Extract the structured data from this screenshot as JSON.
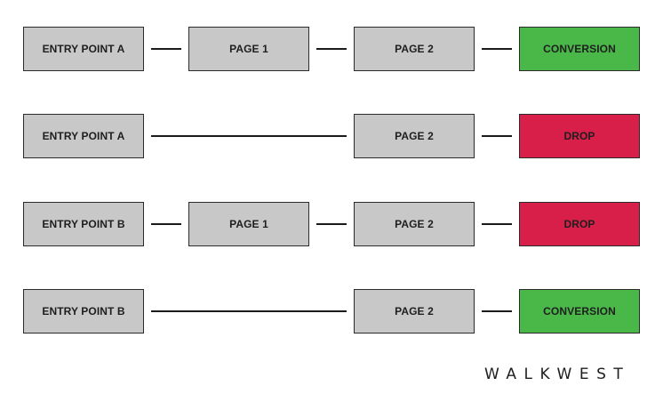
{
  "colors": {
    "page": "#c8c8c8",
    "conversion": "#4ab849",
    "drop": "#d81f4a"
  },
  "flows": [
    {
      "steps": [
        {
          "key": "entry",
          "label": "ENTRY POINT A",
          "kind": "page"
        },
        {
          "key": "page1",
          "label": "PAGE 1",
          "kind": "page"
        },
        {
          "key": "page2",
          "label": "PAGE 2",
          "kind": "page"
        },
        {
          "key": "outcome",
          "label": "CONVERSION",
          "kind": "conversion"
        }
      ]
    },
    {
      "steps": [
        {
          "key": "entry",
          "label": "ENTRY POINT A",
          "kind": "page"
        },
        {
          "key": "page2",
          "label": "PAGE 2",
          "kind": "page"
        },
        {
          "key": "outcome",
          "label": "DROP",
          "kind": "drop"
        }
      ]
    },
    {
      "steps": [
        {
          "key": "entry",
          "label": "ENTRY POINT B",
          "kind": "page"
        },
        {
          "key": "page1",
          "label": "PAGE 1",
          "kind": "page"
        },
        {
          "key": "page2",
          "label": "PAGE 2",
          "kind": "page"
        },
        {
          "key": "outcome",
          "label": "DROP",
          "kind": "drop"
        }
      ]
    },
    {
      "steps": [
        {
          "key": "entry",
          "label": "ENTRY POINT B",
          "kind": "page"
        },
        {
          "key": "page2",
          "label": "PAGE 2",
          "kind": "page"
        },
        {
          "key": "outcome",
          "label": "CONVERSION",
          "kind": "conversion"
        }
      ]
    }
  ],
  "brand": {
    "wordmark": "WALKWEST"
  }
}
